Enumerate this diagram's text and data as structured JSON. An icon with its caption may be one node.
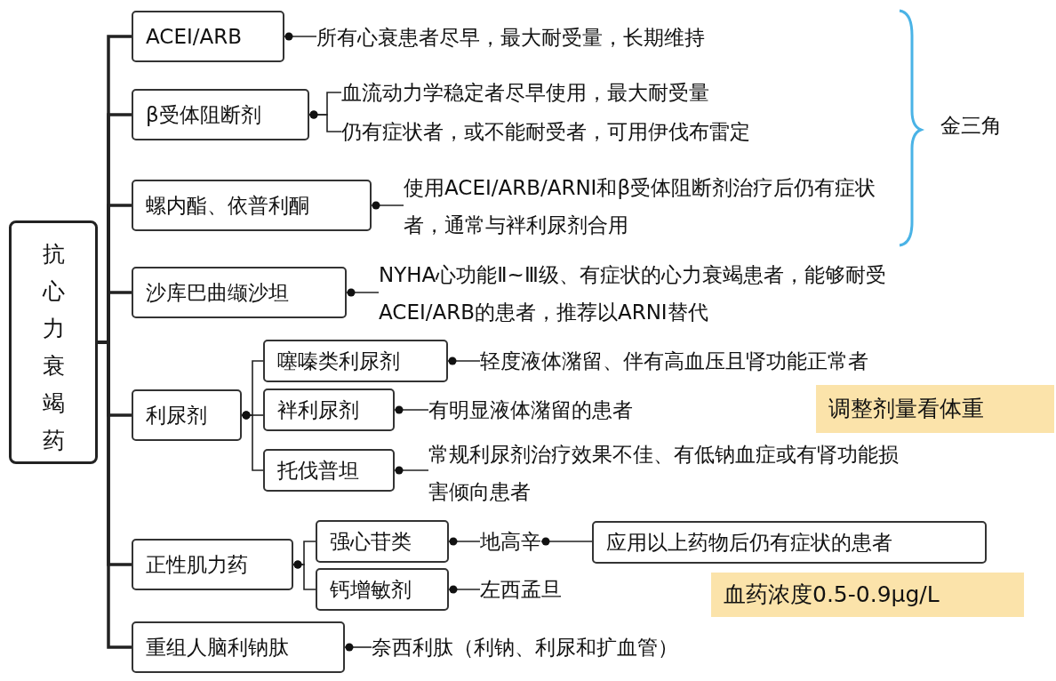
{
  "diagram": {
    "nodes": [
      {
        "text": [
          "抗心力衰竭药"
        ]
      },
      {
        "text": [
          "ACEI/ARB"
        ]
      },
      {
        "text": [
          "所有心衰患者尽早，最大耐受量，长期维持"
        ]
      },
      {
        "text": [
          "β受体阻断剂"
        ]
      },
      {
        "text": [
          "血流动力学稳定者尽早使用，最大耐受量"
        ]
      },
      {
        "text": [
          "仍有症状者，或不能耐受者，可用伊伐布雷定"
        ]
      },
      {
        "text": [
          "螺内酯、依普利酮"
        ]
      },
      {
        "text": [
          "使用ACEI/ARB/ARNI和β受体阻断剂治疗后仍有症状者，通常与袢利尿剂合用"
        ]
      },
      {
        "text": [
          "沙库巴曲缬沙坦"
        ]
      },
      {
        "text": [
          "NYHA心功能Ⅱ~Ⅲ级、有症状的心力衰竭患者，能够耐受ACEI/ARB的患者，推荐以ARNI替代"
        ]
      },
      {
        "text": [
          "利尿剂"
        ]
      },
      {
        "text": [
          "噻嗪类利尿剂"
        ]
      },
      {
        "text": [
          "轻度液体潴留、伴有高血压且肾功能正常者"
        ]
      },
      {
        "text": [
          "袢利尿剂"
        ]
      },
      {
        "text": [
          "有明显液体潴留的患者"
        ]
      },
      {
        "text": [
          "托伐普坦"
        ]
      },
      {
        "text": [
          "常规利尿剂治疗效果不佳、有低钠血症或有肾功能损害倾向患者"
        ]
      },
      {
        "text": [
          "正性肌力药"
        ]
      },
      {
        "text": [
          "强心苷类"
        ]
      },
      {
        "text": [
          "地高辛"
        ]
      },
      {
        "text": [
          "应用以上药物后仍有症状的患者"
        ]
      },
      {
        "text": [
          "钙增敏剂"
        ]
      },
      {
        "text": [
          "左西孟旦"
        ]
      },
      {
        "text": [
          "重组人脑利钠肽"
        ]
      },
      {
        "text": [
          "奈西利肽（利钠、利尿和扩血管）"
        ]
      },
      {
        "text": [
          "调整剂量看体重"
        ]
      },
      {
        "text": [
          "血药浓度0.5-0.9μg/L"
        ]
      }
    ],
    "edges": [
      {
        "from": 0,
        "to": 1,
        "arrow": "none",
        "style": "thick"
      },
      {
        "from": 0,
        "to": 3,
        "arrow": "none",
        "style": "thick"
      },
      {
        "from": 0,
        "to": 6,
        "arrow": "none",
        "style": "thick"
      },
      {
        "from": 0,
        "to": 8,
        "arrow": "none",
        "style": "thick"
      },
      {
        "from": 0,
        "to": 10,
        "arrow": "none",
        "style": "thick"
      },
      {
        "from": 0,
        "to": 17,
        "arrow": "none",
        "style": "thick"
      },
      {
        "from": 0,
        "to": 23,
        "arrow": "none",
        "style": "thick"
      },
      {
        "from": 1,
        "to": 2,
        "arrow": "other"
      },
      {
        "from": 3,
        "to": 4,
        "arrow": "other"
      },
      {
        "from": 3,
        "to": 5,
        "arrow": "other"
      },
      {
        "from": 6,
        "to": 7,
        "arrow": "other"
      },
      {
        "from": 8,
        "to": 9,
        "arrow": "other"
      },
      {
        "from": 10,
        "to": 11,
        "arrow": "other"
      },
      {
        "from": 10,
        "to": 13,
        "arrow": "other"
      },
      {
        "from": 10,
        "to": 15,
        "arrow": "other"
      },
      {
        "from": 11,
        "to": 12,
        "arrow": "other"
      },
      {
        "from": 13,
        "to": 14,
        "arrow": "other"
      },
      {
        "from": 15,
        "to": 16,
        "arrow": "other"
      },
      {
        "from": 17,
        "to": 18,
        "arrow": "other"
      },
      {
        "from": 17,
        "to": 21,
        "arrow": "other"
      },
      {
        "from": 18,
        "to": 19,
        "arrow": "other"
      },
      {
        "from": 19,
        "to": 20,
        "arrow": "other"
      },
      {
        "from": 21,
        "to": 22,
        "arrow": "other"
      },
      {
        "from": 23,
        "to": 24,
        "arrow": "other"
      }
    ],
    "labels": [
      "金三角"
    ]
  }
}
